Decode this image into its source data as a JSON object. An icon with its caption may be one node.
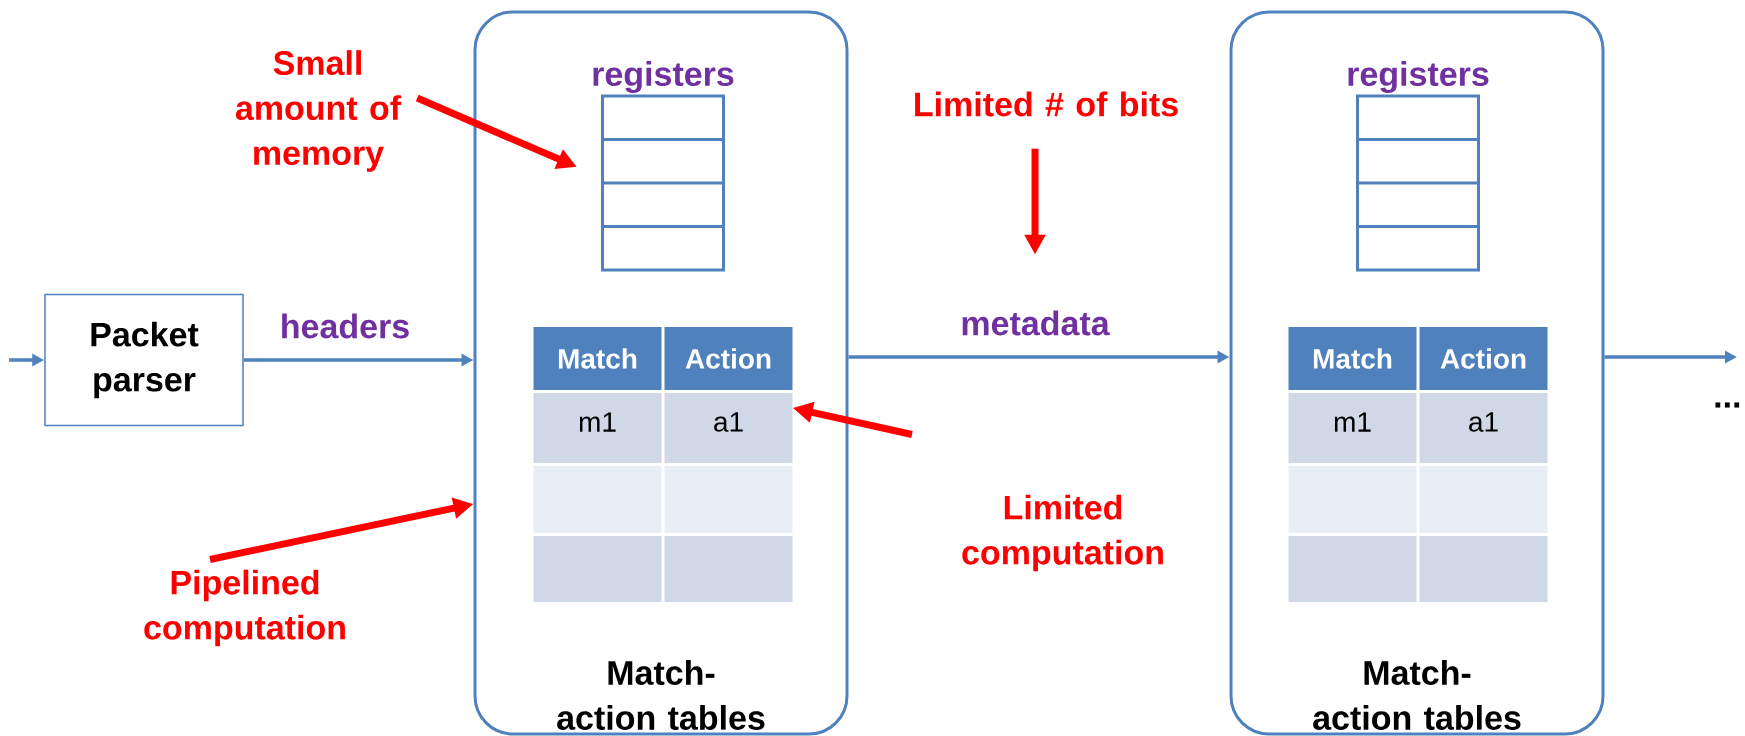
{
  "diagram": {
    "nodes": [
      {
        "text": [
          "Match-action tables"
        ]
      },
      {
        "text": [
          "registers"
        ],
        "in": 0
      },
      {
        "text": [
          "Match",
          "Action",
          "m1",
          "a1"
        ],
        "in": 0
      },
      {
        "text": [
          "Match-action tables"
        ]
      },
      {
        "text": [
          "registers"
        ],
        "in": 3
      },
      {
        "text": [
          "Match",
          "Action",
          "m1",
          "a1"
        ],
        "in": 3
      },
      {
        "text": [
          "Packet parser"
        ]
      },
      {
        "text": [
          "Small amount of memory"
        ]
      },
      {
        "text": [
          "Limited # of bits"
        ]
      },
      {
        "text": [
          "Limited computation"
        ]
      },
      {
        "text": [
          "Pipelined computation"
        ]
      }
    ],
    "edges": [
      {
        "from": null,
        "to": 6,
        "arrow": "to"
      },
      {
        "from": 6,
        "to": 0,
        "arrow": "to",
        "label": "headers"
      },
      {
        "from": 0,
        "to": 3,
        "arrow": "to",
        "label": "metadata"
      },
      {
        "from": 3,
        "to": null,
        "arrow": "to"
      },
      {
        "from": 7,
        "to": 1,
        "arrow": "to",
        "style": "thick",
        "color": "#ff0000"
      },
      {
        "from": 8,
        "to": null,
        "arrow": "to",
        "style": "thick",
        "color": "#ff0000"
      },
      {
        "from": 9,
        "to": 2,
        "arrow": "to",
        "style": "thick",
        "color": "#ff0000"
      },
      {
        "from": 10,
        "to": 0,
        "arrow": "to",
        "style": "thick",
        "color": "#ff0000"
      }
    ],
    "labels": [
      "..."
    ]
  }
}
